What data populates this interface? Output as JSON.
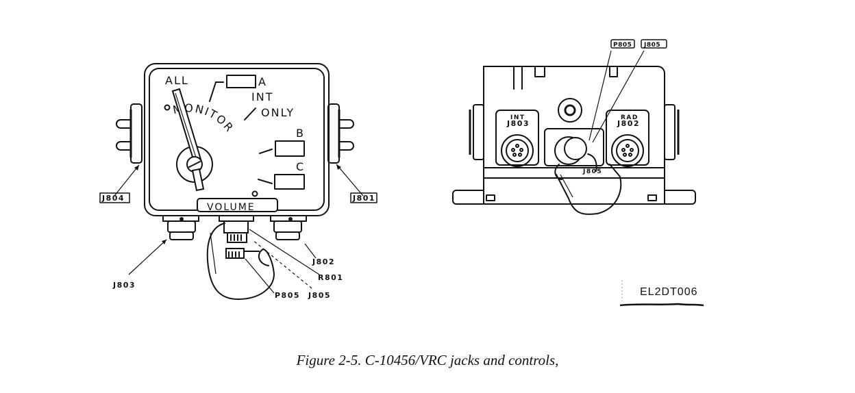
{
  "figure": {
    "caption": "Figure 2-5. C-10456/VRC jacks and controls,",
    "figure_id": "EL2DT006"
  },
  "front_view": {
    "panel_labels": {
      "all": "ALL",
      "monitor": "MONITOR",
      "a": "A",
      "int": "INT",
      "only": "ONLY",
      "b": "B",
      "c": "C",
      "volume": "VOLUME"
    },
    "callouts": {
      "j804": "J804",
      "j801": "J801",
      "j803": "J803",
      "j802": "J802",
      "r801": "R801",
      "p805": "P805",
      "j805": "J805"
    }
  },
  "rear_view": {
    "connector_labels": {
      "int": "INT",
      "j803": "J803",
      "rad": "RAD",
      "j802": "J802",
      "j805": "J805"
    },
    "callouts": {
      "p805": "P805",
      "j805": "J805"
    }
  }
}
